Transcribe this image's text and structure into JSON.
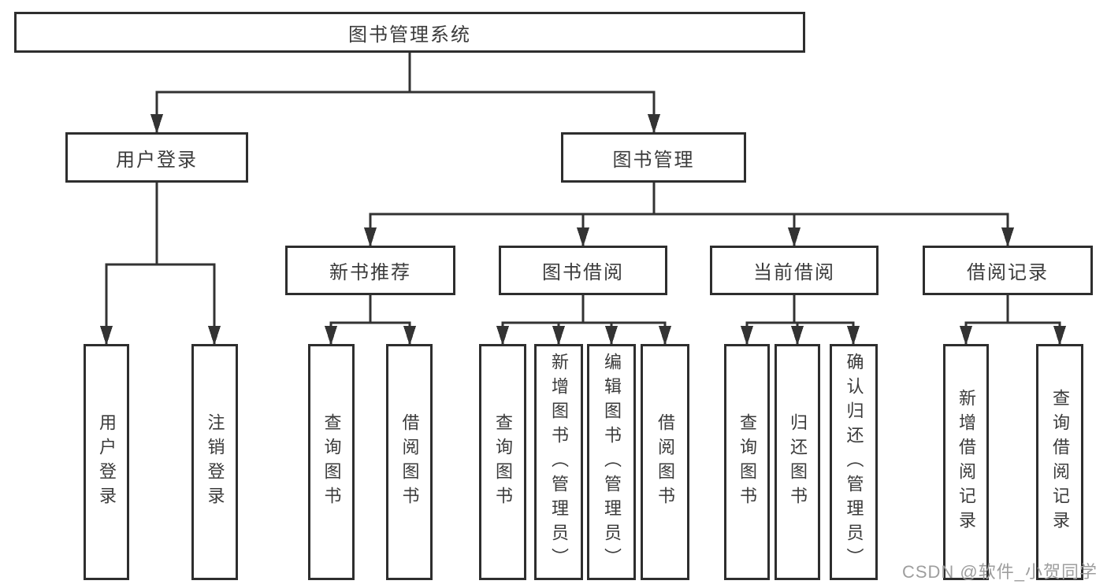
{
  "diagram_type": "hierarchy-tree",
  "nodes": {
    "root": "图书管理系统",
    "user_login": "用户登录",
    "book_management": "图书管理",
    "new_book_recommend": "新书推荐",
    "book_borrow": "图书借阅",
    "current_borrow": "当前借阅",
    "borrow_record": "借阅记录",
    "leaf_user_login": "用户登录",
    "leaf_logout_login": "注销登录",
    "leaf_nb_query_book": "查询图书",
    "leaf_nb_borrow_book": "借阅图书",
    "leaf_bb_query_book": "查询图书",
    "leaf_bb_add_book_admin": "新增图书（管理员）",
    "leaf_bb_edit_book_admin": "编辑图书（管理员）",
    "leaf_bb_borrow_book": "借阅图书",
    "leaf_cb_query_book": "查询图书",
    "leaf_cb_return_book": "归还图书",
    "leaf_cb_confirm_return_admin": "确认归还（管理员）",
    "leaf_br_add_record": "新增借阅记录",
    "leaf_br_query_record": "查询借阅记录"
  },
  "structure": {
    "图书管理系统": [
      "用户登录",
      "图书管理"
    ],
    "用户登录": [
      "用户登录",
      "注销登录"
    ],
    "图书管理": [
      "新书推荐",
      "图书借阅",
      "当前借阅",
      "借阅记录"
    ],
    "新书推荐": [
      "查询图书",
      "借阅图书"
    ],
    "图书借阅": [
      "查询图书",
      "新增图书（管理员）",
      "编辑图书（管理员）",
      "借阅图书"
    ],
    "当前借阅": [
      "查询图书",
      "归还图书",
      "确认归还（管理员）"
    ],
    "借阅记录": [
      "新增借阅记录",
      "查询借阅记录"
    ]
  },
  "watermark": {
    "text": "CSDN @软件_小贺同学"
  },
  "colors": {
    "line": "#333333",
    "box_border": "#2e2e2e",
    "box_background": "#ffffff",
    "text": "#3b3b3b",
    "watermark": "#9e9e9e",
    "page_background": "#ffffff"
  }
}
